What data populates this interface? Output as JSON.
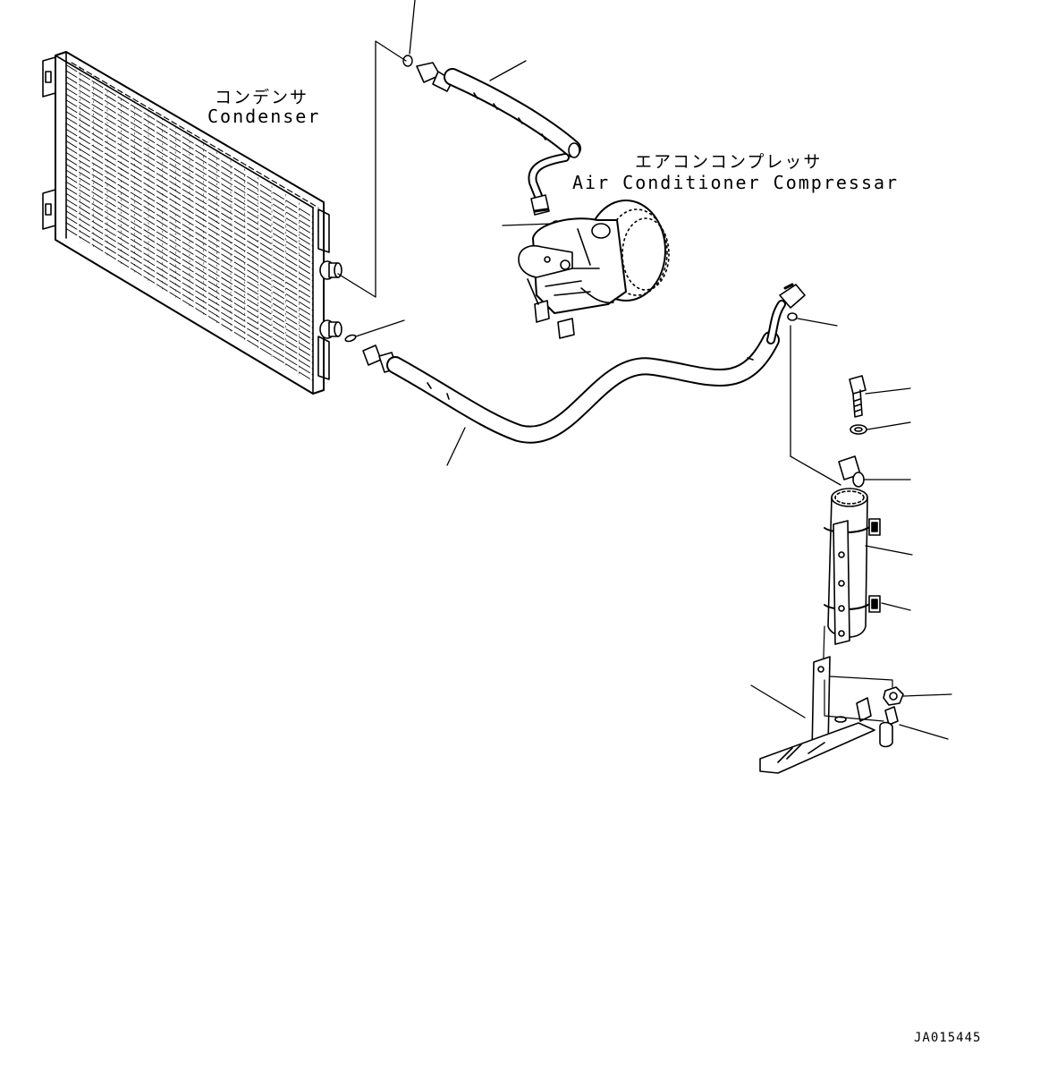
{
  "labels": {
    "condenser_jp": "コンデンサ",
    "condenser_en": "Condenser",
    "compressor_jp": "エアコンコンプレッサ",
    "compressor_en": "Air Conditioner Compressar",
    "drawing_code": "JA015445"
  },
  "colors": {
    "ink": "#000000",
    "paper": "#ffffff"
  }
}
